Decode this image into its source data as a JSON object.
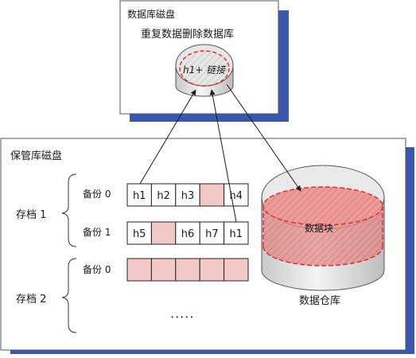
{
  "db_disk": {
    "title": "数据库磁盘",
    "subtitle": "重复数据删除数据库",
    "cylinder_label": "h1+ 链接"
  },
  "vault_disk": {
    "title": "保管库磁盘",
    "archives": [
      {
        "label": "存档 1",
        "backups": [
          {
            "label": "备份 0",
            "cells": [
              "h1",
              "h2",
              "h3",
              "",
              "h4"
            ],
            "highlight": [
              false,
              false,
              false,
              true,
              false
            ]
          },
          {
            "label": "备份 1",
            "cells": [
              "h5",
              "",
              "h6",
              "h7",
              "h1"
            ],
            "highlight": [
              false,
              true,
              false,
              false,
              false
            ]
          }
        ]
      },
      {
        "label": "存档 2",
        "backups": [
          {
            "label": "备份 0",
            "cells": [
              "",
              "",
              "",
              "",
              ""
            ],
            "highlight": [
              true,
              true,
              true,
              true,
              true
            ]
          }
        ]
      }
    ],
    "ellipsis": "·····",
    "store": {
      "label": "数据仓库",
      "block_label": "数据块"
    }
  },
  "colors": {
    "shadow": "#3a57b0",
    "panel_border": "#555555",
    "highlight_cell": "#f2c9c6",
    "data_block": "#e87878",
    "dash_red": "#e03030"
  }
}
